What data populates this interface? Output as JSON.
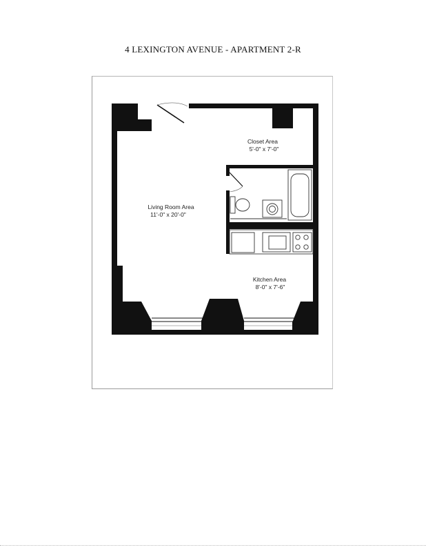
{
  "title": "4 LEXINGTON AVENUE - APARTMENT 2-R",
  "rooms": {
    "closet": {
      "name": "Closet Area",
      "size": "5'-0\" x 7'-0\""
    },
    "living": {
      "name": "Living Room Area",
      "size": "11'-0\" x 20'-0\""
    },
    "kitchen": {
      "name": "Kitchen Area",
      "size": "8'-0\" x 7'-6\""
    }
  },
  "colors": {
    "wall": "#111111",
    "paper": "#ffffff",
    "fixture": "#444444"
  }
}
